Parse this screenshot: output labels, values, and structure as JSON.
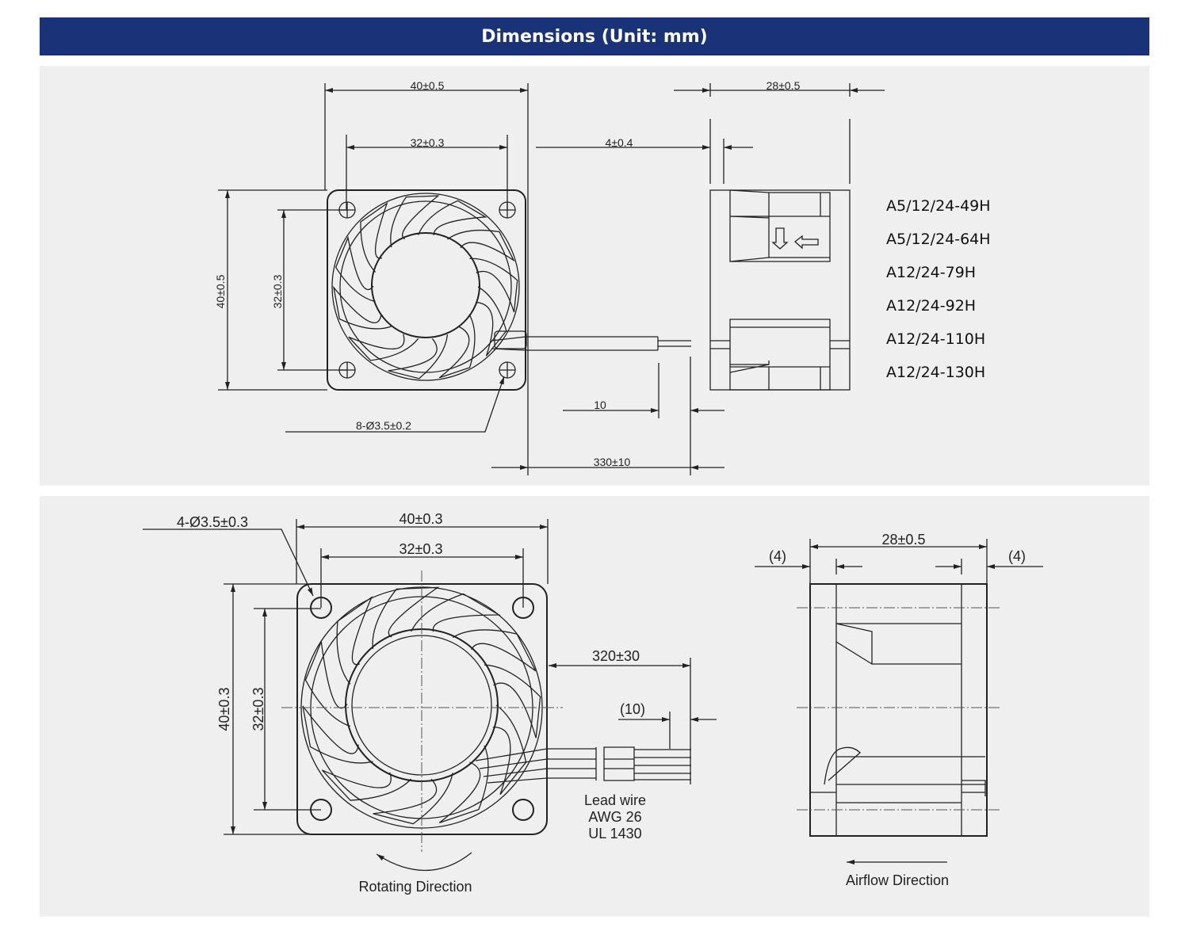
{
  "header": {
    "title": "Dimensions (Unit: mm)"
  },
  "drawing1": {
    "dims": {
      "width_outer": "40±0.5",
      "width_holes": "32±0.3",
      "height_outer": "40±0.5",
      "height_holes": "32±0.3",
      "holes": "8-Ø3.5±0.2",
      "depth": "28±0.5",
      "flange": "4±0.4",
      "strip": "10",
      "lead_length": "330±10"
    },
    "models": [
      "A5/12/24-49H",
      "A5/12/24-64H",
      "A12/24-79H",
      "A12/24-92H",
      "A12/24-110H",
      "A12/24-130H"
    ]
  },
  "drawing2": {
    "dims": {
      "holes": "4-Ø3.5±0.3",
      "width_outer": "40±0.3",
      "width_holes": "32±0.3",
      "height_outer": "40±0.3",
      "height_holes": "32±0.3",
      "lead_length": "320±30",
      "strip": "(10)",
      "depth": "28±0.5",
      "flange_left": "(4)",
      "flange_right": "(4)"
    },
    "lead_wire": [
      "Lead wire",
      "AWG 26",
      "UL 1430"
    ],
    "rotating_label": "Rotating Direction",
    "airflow_label": "Airflow Direction"
  },
  "colors": {
    "header_bg": "#1a3278",
    "panel_bg": "#efefef"
  }
}
